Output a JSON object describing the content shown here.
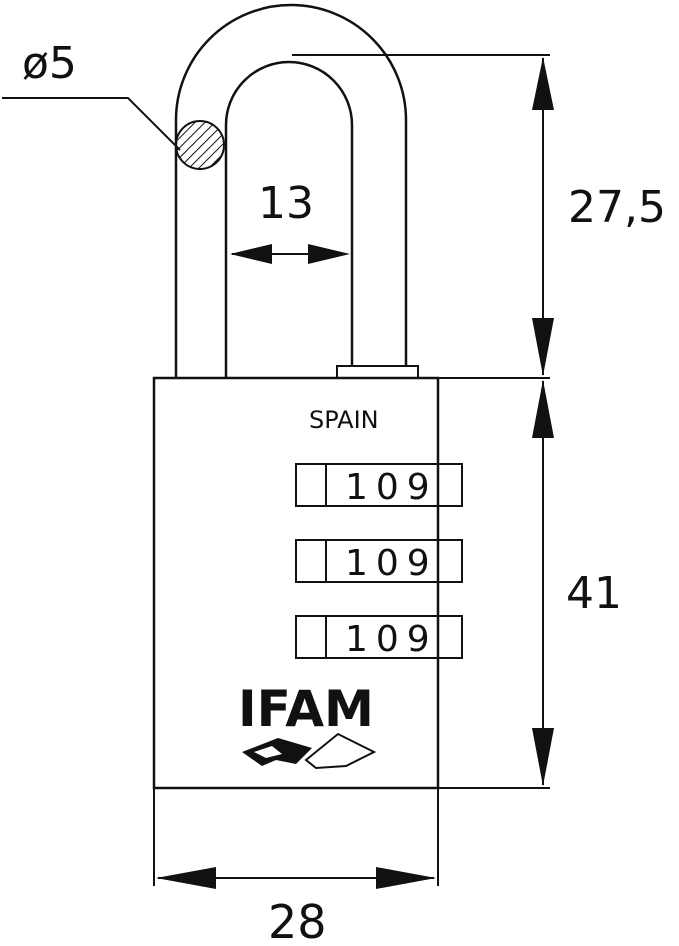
{
  "dimensions": {
    "shackle_diameter": "ø5",
    "shackle_inner_width": "13",
    "shackle_clearance": "27,5",
    "body_height": "41",
    "body_width": "28"
  },
  "lock": {
    "country": "SPAIN",
    "wheels": [
      "109",
      "109",
      "109"
    ],
    "brand": "IFAM"
  },
  "colors": {
    "line": "#111111",
    "background": "#ffffff"
  }
}
